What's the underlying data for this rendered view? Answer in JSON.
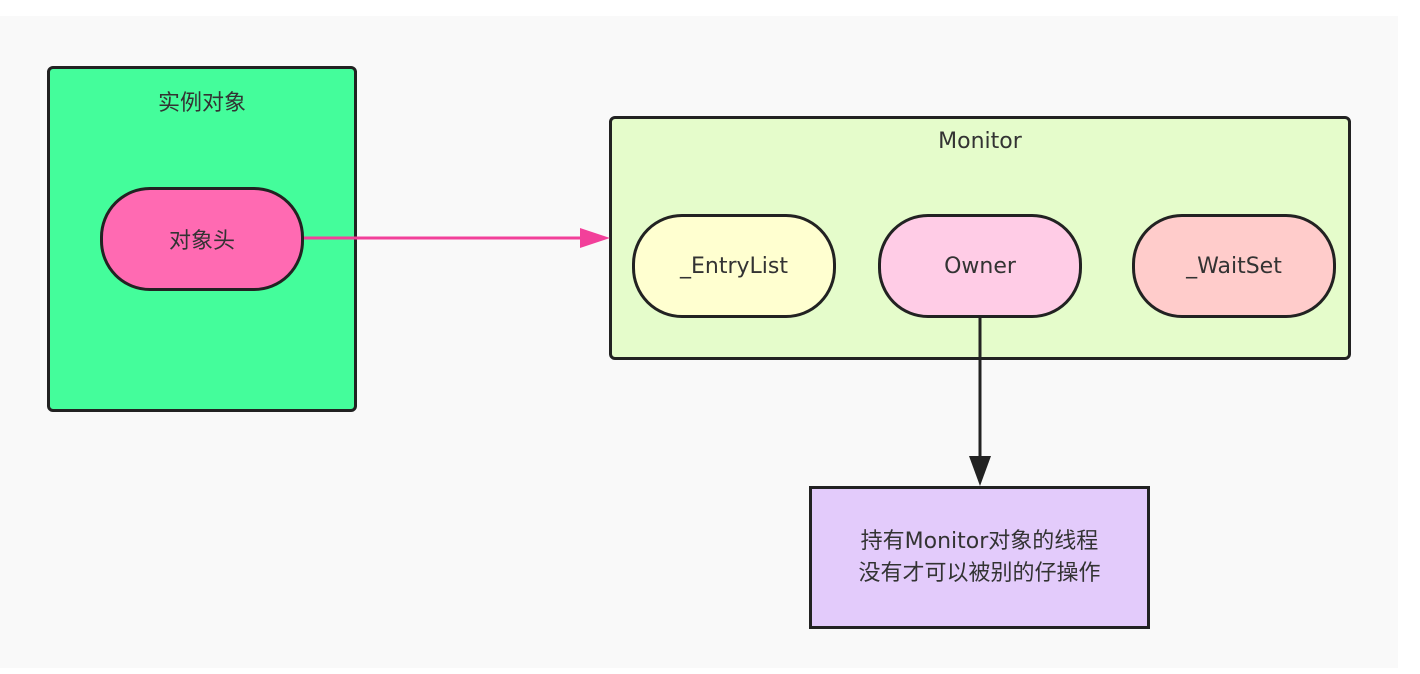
{
  "instance": {
    "title": "实例对象",
    "header": "对象头"
  },
  "monitor": {
    "title": "Monitor",
    "entry_list": "_EntryList",
    "owner": "Owner",
    "wait_set": "_WaitSet"
  },
  "note": {
    "line1": "持有Monitor对象的线程",
    "line2": "没有才可以被别的仔操作"
  },
  "colors": {
    "instance": "#44fd9b",
    "header": "#ff6ab2",
    "monitor": "#e5fccb",
    "entry": "#ffffd0",
    "owner": "#ffcce6",
    "wait": "#ffcccb",
    "note": "#e3cbfb",
    "arrow_pink": "#f2409a"
  }
}
